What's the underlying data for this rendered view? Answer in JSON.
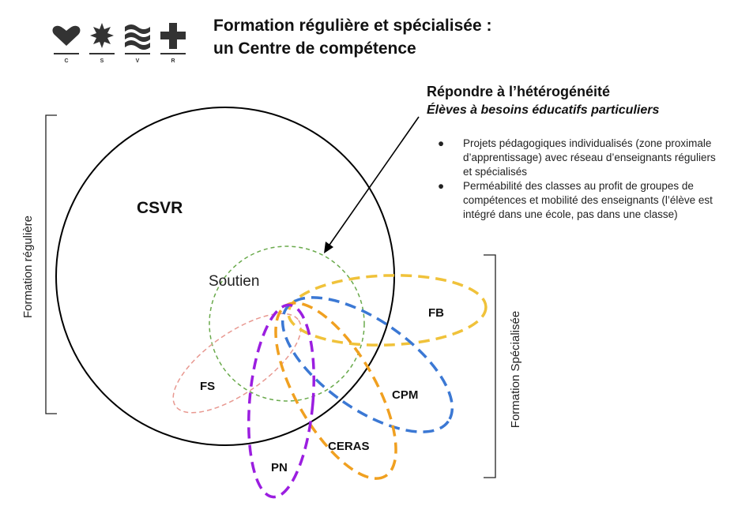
{
  "logo": {
    "letters": [
      "C",
      "S",
      "V",
      "R"
    ],
    "icons": [
      "heart-icon",
      "star-icon",
      "waves-icon",
      "cross-icon"
    ],
    "color": "#333333"
  },
  "title": {
    "line1": "Formation régulière et spécialisée :",
    "line2": "un Centre de compétence"
  },
  "heading": {
    "main": "Répondre à l’hétérogénéité",
    "sub": "Élèves à besoins éducatifs particuliers"
  },
  "bullets": [
    "Projets pédagogiques individualisés (zone proximale d’apprentissage) avec réseau d’enseignants réguliers et spécialisés",
    "Perméabilité des classes au profit de groupes de compétences et mobilité des enseignants (l’élève est intégré dans une école, pas dans une classe)"
  ],
  "side_labels": {
    "left": "Formation régulière",
    "right": "Formation Spécialisée"
  },
  "diagram": {
    "main_circle": "CSVR",
    "support": "Soutien",
    "ellipses": [
      {
        "label": "FB",
        "color": "#f0c23a"
      },
      {
        "label": "CPM",
        "color": "#3b78d4"
      },
      {
        "label": "CERAS",
        "color": "#f0a020"
      },
      {
        "label": "PN",
        "color": "#9b1ee0"
      },
      {
        "label": "FS",
        "color": "#e89890"
      }
    ],
    "support_color": "#6aaa4c"
  }
}
